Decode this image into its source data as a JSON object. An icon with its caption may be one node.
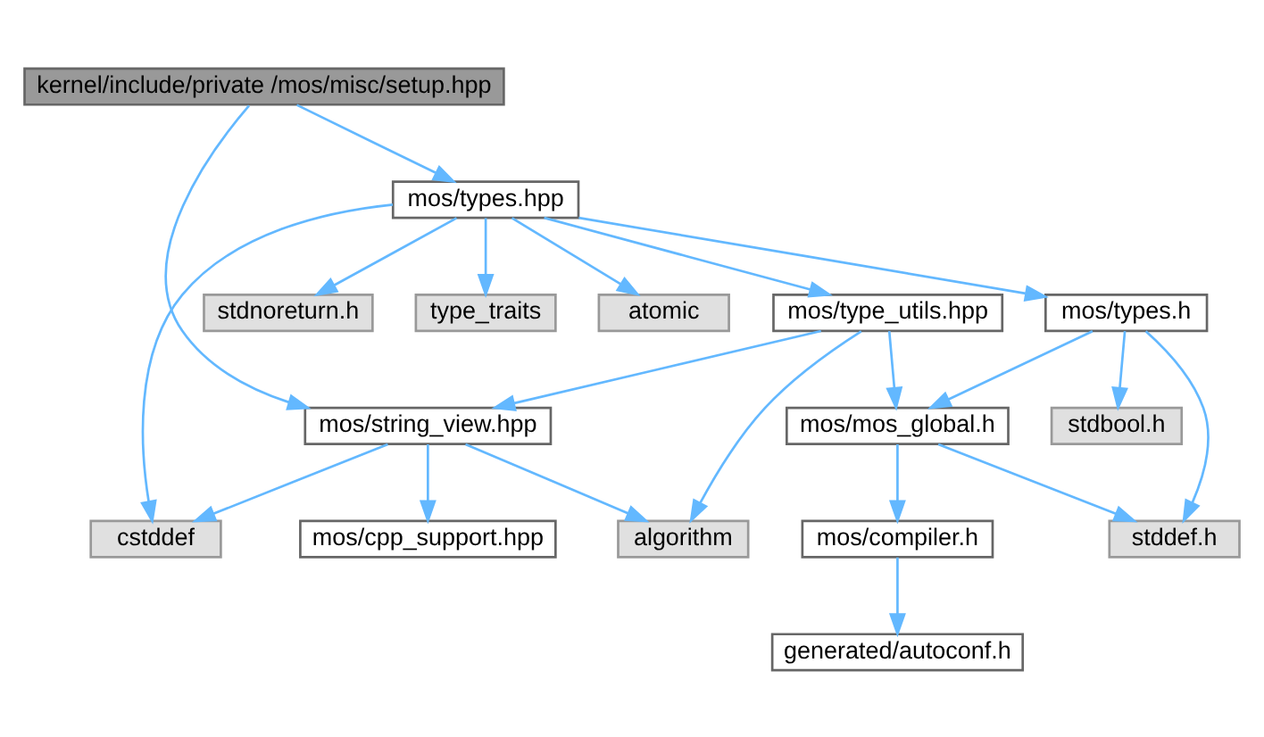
{
  "diagram": {
    "nodes": [
      {
        "text": [
          "kernel/include/private /mos/misc/setup.hpp"
        ]
      },
      {
        "text": [
          "mos/types.hpp"
        ]
      },
      {
        "text": [
          "mos/string_view.hpp"
        ]
      },
      {
        "text": [
          "atomic"
        ]
      },
      {
        "text": [
          "mos/type_utils.hpp"
        ]
      },
      {
        "text": [
          "mos/types.h"
        ]
      },
      {
        "text": [
          "stdnoreturn.h"
        ]
      },
      {
        "text": [
          "type_traits"
        ]
      },
      {
        "text": [
          "cstddef"
        ]
      },
      {
        "text": [
          "mos/cpp_support.hpp"
        ]
      },
      {
        "text": [
          "algorithm"
        ]
      },
      {
        "text": [
          "mos/mos_global.h"
        ]
      },
      {
        "text": [
          "stdbool.h"
        ]
      },
      {
        "text": [
          "stddef.h"
        ]
      },
      {
        "text": [
          "mos/compiler.h"
        ]
      },
      {
        "text": [
          "generated/autoconf.h"
        ]
      }
    ],
    "edges": [
      {
        "from": 0,
        "to": 1,
        "arrow": "to"
      },
      {
        "from": 0,
        "to": 2,
        "arrow": "to"
      },
      {
        "from": 1,
        "to": 8,
        "arrow": "to"
      },
      {
        "from": 1,
        "to": 3,
        "arrow": "to"
      },
      {
        "from": 1,
        "to": 4,
        "arrow": "to"
      },
      {
        "from": 1,
        "to": 5,
        "arrow": "to"
      },
      {
        "from": 1,
        "to": 6,
        "arrow": "to"
      },
      {
        "from": 1,
        "to": 7,
        "arrow": "to"
      },
      {
        "from": 4,
        "to": 2,
        "arrow": "to"
      },
      {
        "from": 4,
        "to": 10,
        "arrow": "to"
      },
      {
        "from": 4,
        "to": 11,
        "arrow": "to"
      },
      {
        "from": 5,
        "to": 11,
        "arrow": "to"
      },
      {
        "from": 5,
        "to": 12,
        "arrow": "to"
      },
      {
        "from": 5,
        "to": 13,
        "arrow": "to"
      },
      {
        "from": 2,
        "to": 8,
        "arrow": "to"
      },
      {
        "from": 2,
        "to": 9,
        "arrow": "to"
      },
      {
        "from": 2,
        "to": 10,
        "arrow": "to"
      },
      {
        "from": 11,
        "to": 14,
        "arrow": "to"
      },
      {
        "from": 11,
        "to": 13,
        "arrow": "to"
      },
      {
        "from": 14,
        "to": 15,
        "arrow": "to"
      }
    ]
  }
}
